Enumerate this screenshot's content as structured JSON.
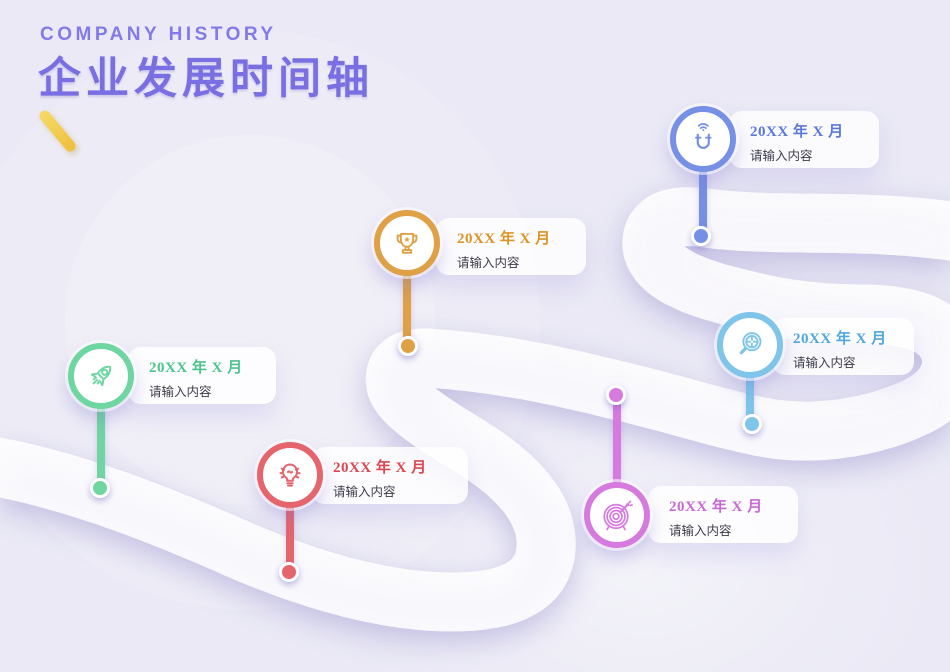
{
  "header": {
    "eyebrow": "COMPANY HISTORY",
    "title": "企业发展时间轴",
    "eyebrow_color": "#837AE9",
    "title_color": "#7A6EE3",
    "accent_color": "#F2C94C"
  },
  "road": {
    "fill_start": "#988DEC",
    "fill_end": "#8073DC",
    "edge_color": "#FFFFFF",
    "dash_color": "#FFFFFF"
  },
  "milestones": [
    {
      "icon": "rocket-icon",
      "date": "20XX 年 X 月",
      "content": "请输入内容",
      "color": "#6FD6A1",
      "date_color": "#4EC48D"
    },
    {
      "icon": "lightbulb-icon",
      "date": "20XX 年 X 月",
      "content": "请输入内容",
      "color": "#E5656D",
      "date_color": "#DC4650"
    },
    {
      "icon": "trophy-icon",
      "date": "20XX 年 X 月",
      "content": "请输入内容",
      "color": "#DFA046",
      "date_color": "#DB9323"
    },
    {
      "icon": "target-icon",
      "date": "20XX 年 X 月",
      "content": "请输入内容",
      "color": "#D77ADF",
      "date_color": "#C968D5"
    },
    {
      "icon": "magnifier-icon",
      "date": "20XX 年 X 月",
      "content": "请输入内容",
      "color": "#7FC5E9",
      "date_color": "#4FA7DB"
    },
    {
      "icon": "magnet-icon",
      "date": "20XX 年 X 月",
      "content": "请输入内容",
      "color": "#7590E5",
      "date_color": "#5A78DC"
    }
  ]
}
